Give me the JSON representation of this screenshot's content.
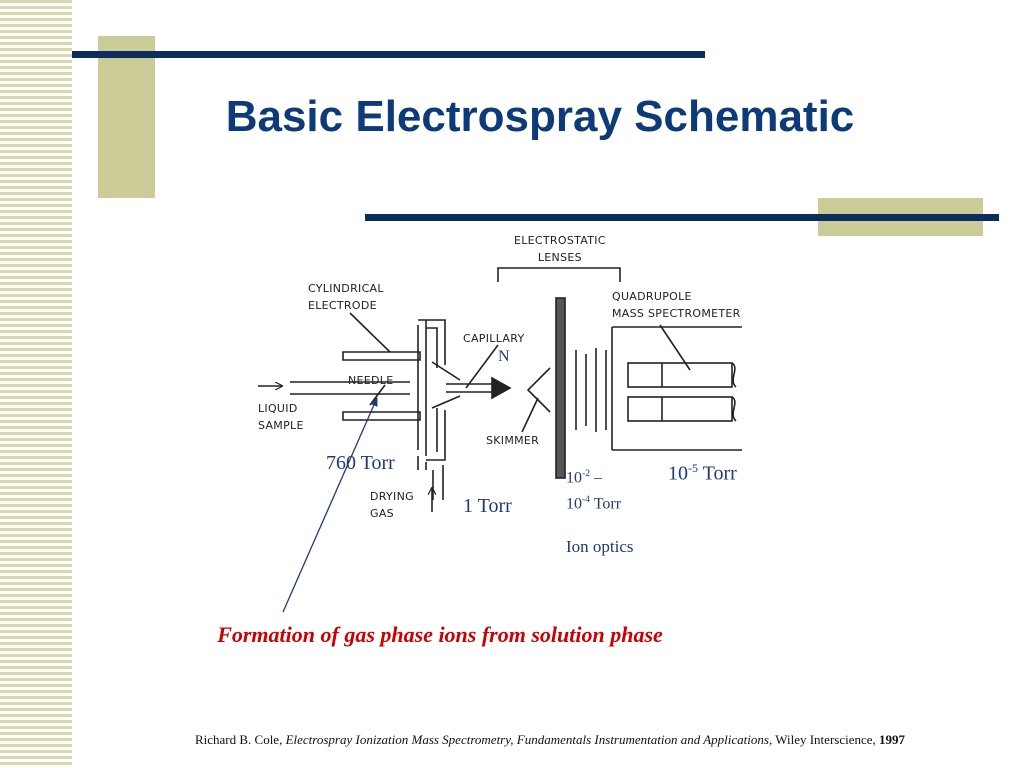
{
  "title": "Basic Electrospray Schematic",
  "diagram": {
    "labels": {
      "electrostatic_lenses": "ELECTROSTATIC\nLENSES",
      "cylindrical_electrode": "CYLINDRICAL\nELECTRODE",
      "capillary": "CAPILLARY",
      "n": "N",
      "quadrupole": "QUADRUPOLE\nMASS SPECTROMETER",
      "needle": "NEEDLE",
      "liquid_sample": "LIQUID\nSAMPLE",
      "skimmer": "SKIMMER",
      "drying_gas": "DRYING\nGAS"
    },
    "pressures": {
      "p760": "760 Torr",
      "p1": "1 Torr",
      "p_mid_a": "10",
      "p_mid_a_exp": "-2",
      "p_mid_dash": " –",
      "p_mid_b": "10",
      "p_mid_b_exp": "-4",
      "p_mid_unit": " Torr",
      "p_high_base": "10",
      "p_high_exp": "-5",
      "p_high_unit": " Torr"
    },
    "ion_optics": "Ion optics"
  },
  "caption": "Formation of gas phase ions from solution phase",
  "citation": {
    "author": "Richard B. Cole, ",
    "book": "Electrospray Ionization Mass Spectrometry, Fundamentals Instrumentation and Applications",
    "publisher": ", Wiley Interscience, ",
    "year": "1997"
  },
  "colors": {
    "title": "#0d3a78",
    "caption": "#cc0000",
    "accent_bar": "#0d2d5e",
    "accent_block": "#cccc99"
  }
}
